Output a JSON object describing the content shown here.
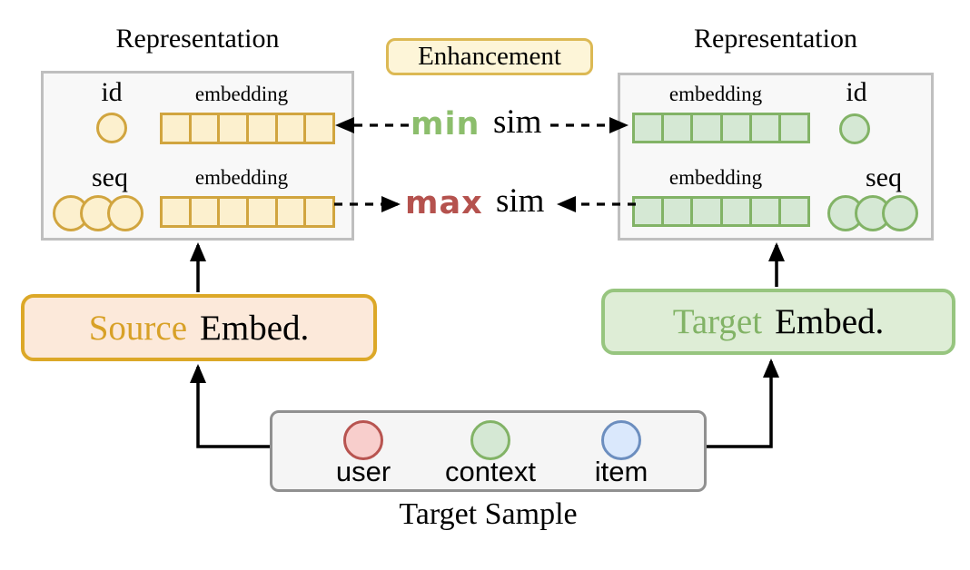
{
  "colors": {
    "yellow_border": "#d1a53f",
    "yellow_fill": "#fcf0ce",
    "gold_border": "#dca828",
    "gold_text": "#d8a127",
    "peach_fill": "#fce9da",
    "green_border": "#82b366",
    "green_fill": "#d5e8d4",
    "green_box_border": "#97c57f",
    "green_box_fill": "#deedd6",
    "green_text": "#82b366",
    "min_color": "#8cbe6c",
    "max_color": "#b5524e",
    "red_border": "#b85450",
    "red_fill": "#f8cecc",
    "blue_border": "#6c8ebf",
    "blue_fill": "#dae8fc",
    "panel_border": "#bfbfbf",
    "panel_fill": "#f8f8f8",
    "sample_border": "#909090",
    "sample_fill": "#f5f5f5",
    "enh_border": "#dcb954",
    "enh_fill": "#fdf5d8"
  },
  "left_panel": {
    "title": "Representation",
    "row1": {
      "id_label": "id",
      "embedding_label": "embedding",
      "num_circles": 1,
      "num_cells": 6
    },
    "row2": {
      "seq_label": "seq",
      "embedding_label": "embedding",
      "num_circles": 3,
      "num_cells": 6
    }
  },
  "right_panel": {
    "title": "Representation",
    "row1": {
      "id_label": "id",
      "embedding_label": "embedding",
      "num_circles": 1,
      "num_cells": 6
    },
    "row2": {
      "seq_label": "seq",
      "embedding_label": "embedding",
      "num_circles": 3,
      "num_cells": 6
    }
  },
  "enhancement": {
    "label": "Enhancement"
  },
  "similarity": {
    "min": {
      "op": "min",
      "sim": "sim"
    },
    "max": {
      "op": "max",
      "sim": "sim"
    }
  },
  "source_embed": {
    "colored": "Source",
    "rest": "Embed."
  },
  "target_embed": {
    "colored": "Target",
    "rest": "Embed."
  },
  "target_sample": {
    "items": [
      {
        "label": "user",
        "circle_color": "red"
      },
      {
        "label": "context",
        "circle_color": "green"
      },
      {
        "label": "item",
        "circle_color": "blue"
      }
    ],
    "caption": "Target Sample"
  }
}
